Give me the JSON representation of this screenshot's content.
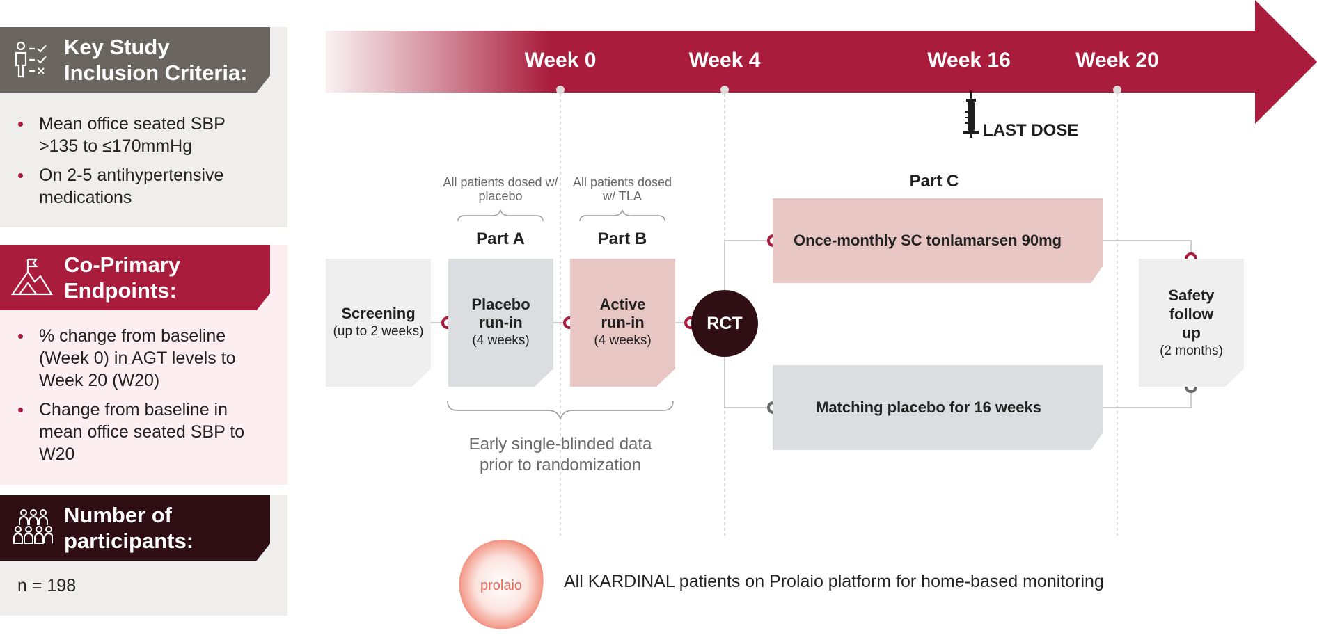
{
  "sidebar": {
    "inclusion": {
      "title": "Key Study Inclusion Criteria:",
      "items": [
        "Mean office seated SBP >135 to ≤170mmHg",
        "On 2-5 antihypertensive medications"
      ]
    },
    "endpoints": {
      "title": "Co-Primary Endpoints:",
      "items": [
        "% change from baseline (Week 0) in AGT levels to Week 20 (W20)",
        "Change from baseline in mean office seated SBP to W20"
      ]
    },
    "participants": {
      "title": "Number of participants:",
      "value": "n = 198"
    }
  },
  "timeline": {
    "weeks": [
      "Week 0",
      "Week 4",
      "Week 16",
      "Week 20"
    ],
    "last_dose": "LAST DOSE"
  },
  "parts": {
    "a_note": "All patients dosed w/ placebo",
    "a_label": "Part A",
    "b_note": "All patients dosed w/ TLA",
    "b_label": "Part B",
    "c_label": "Part C"
  },
  "boxes": {
    "screening": {
      "title": "Screening",
      "sub": "(up to 2 weeks)"
    },
    "placebo": {
      "title": "Placebo run-in",
      "sub": "(4 weeks)"
    },
    "active": {
      "title": "Active run-in",
      "sub": "(4 weeks)"
    },
    "rct": "RCT",
    "once_monthly": "Once-monthly SC tonlamarsen 90mg",
    "matching_placebo": "Matching placebo for 16 weeks",
    "safety": {
      "title": "Safety follow up",
      "sub": "(2 months)"
    }
  },
  "early_note": "Early single-blinded data prior to randomization",
  "prolaio": {
    "logo_text": "prolaio",
    "text": "All KARDINAL patients on Prolaio platform for home-based monitoring"
  },
  "colors": {
    "accent": "#a91c3c",
    "dark": "#2f0f14",
    "gray_header": "#6b655f",
    "pink_box": "#e8c6c4",
    "gray_box": "#dcdde0"
  }
}
